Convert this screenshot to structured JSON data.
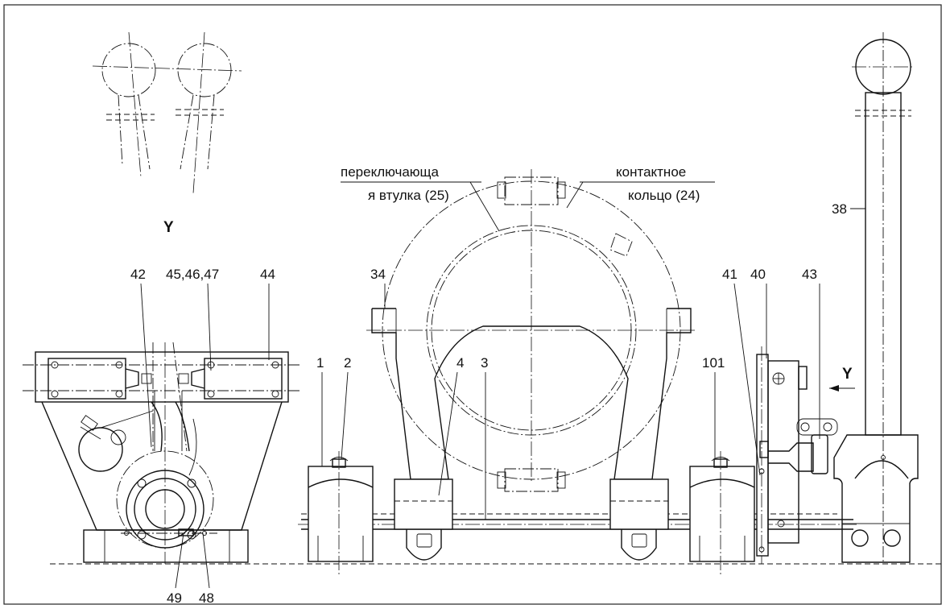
{
  "labels": {
    "view_y_title": "Y",
    "arrow_y": "Y",
    "n1": "1",
    "n2": "2",
    "n3": "3",
    "n4": "4",
    "n34": "34",
    "n38": "38",
    "n40": "40",
    "n41": "41",
    "n42": "42",
    "n43": "43",
    "n44": "44",
    "n45_47": "45,46,47",
    "n48": "48",
    "n49": "49",
    "n101": "101",
    "sleeve_line1": "переключающа",
    "sleeve_line2": "я втулка (25)",
    "ring_line1": "контактное",
    "ring_line2": "кольцо (24)"
  }
}
